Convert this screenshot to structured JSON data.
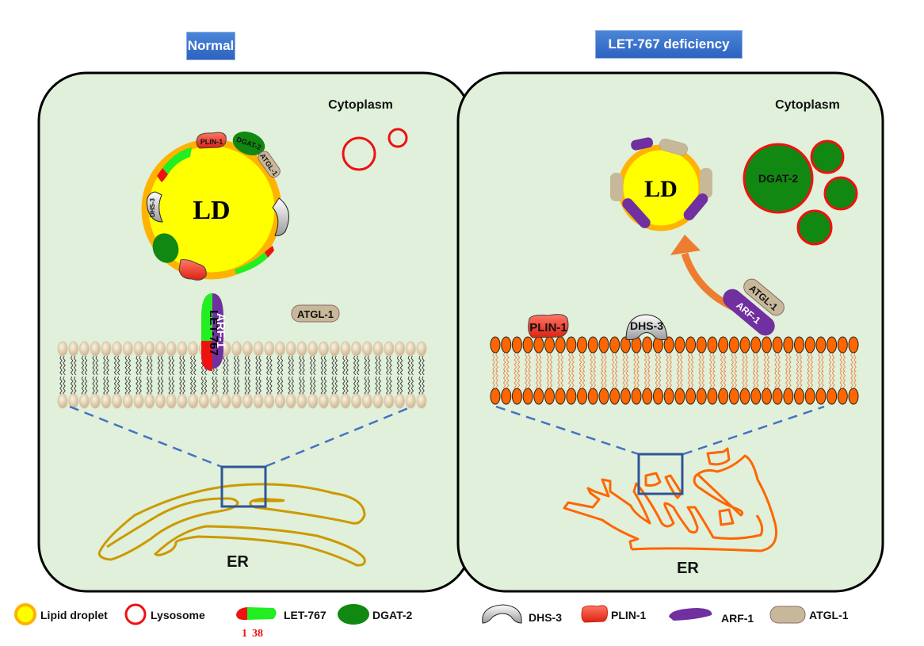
{
  "panels": [
    {
      "title": "Normal",
      "cytoplasm_label": "Cytoplasm",
      "ld_label": "LD",
      "er_label": "ER",
      "ld_proteins": [
        "PLIN-1",
        "DGAT-2",
        "ATGL-1",
        "DHS-3"
      ],
      "membrane_proteins": [
        "LET-767",
        "ARF-1"
      ],
      "free_protein": "ATGL-1"
    },
    {
      "title": "LET-767 deficiency",
      "cytoplasm_label": "Cytoplasm",
      "ld_label": "LD",
      "er_label": "ER",
      "dgat_label": "DGAT-2",
      "membrane_proteins": [
        "PLIN-1",
        "DHS-3"
      ],
      "complex_proteins": [
        "ATGL-1",
        "ARF-1"
      ]
    }
  ],
  "legend": {
    "items": [
      {
        "icon": "lipid-droplet-icon",
        "label": "Lipid droplet"
      },
      {
        "icon": "lysosome-icon",
        "label": "Lysosome"
      },
      {
        "icon": "let-767-icon",
        "label": "LET-767"
      },
      {
        "icon": "dgat-2-icon",
        "label": "DGAT-2"
      },
      {
        "icon": "dhs-3-icon",
        "label": "DHS-3"
      },
      {
        "icon": "plin-1-icon",
        "label": "PLIN-1"
      },
      {
        "icon": "arf-1-icon",
        "label": "ARF-1"
      },
      {
        "icon": "atgl-1-icon",
        "label": "ATGL-1"
      }
    ],
    "let767_domain_labels": [
      "1",
      "38"
    ]
  },
  "colors": {
    "cell_bg": "#e0f0da",
    "ld_fill": "#ffff00",
    "ld_rim": "#ffb300",
    "lysosome": "#ee1111",
    "let767_green": "#22ee22",
    "let767_red": "#ee1111",
    "dgat2": "#118811",
    "plin1": "#ee4433",
    "arf1": "#7030a0",
    "atgl1": "#c8b89a",
    "er_normal": "#cc9900",
    "er_deficient": "#ff6600",
    "arrow": "#ed7d31",
    "zoom_box": "#2f5597"
  }
}
